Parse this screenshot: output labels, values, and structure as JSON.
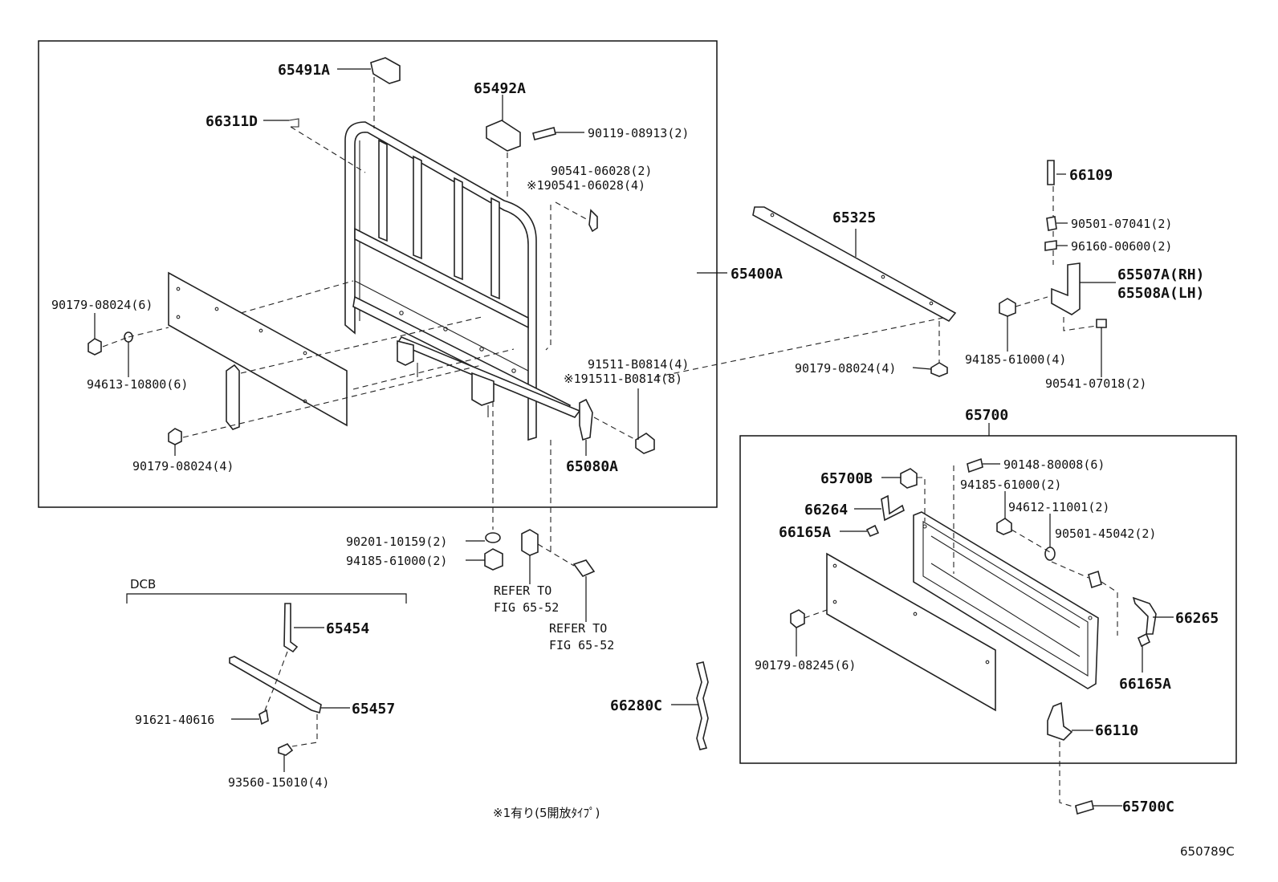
{
  "labels": {
    "p65491A": "65491A",
    "p65492A": "65492A",
    "p66311D": "66311D",
    "p90119": "90119-08913(2)",
    "p90541a": "90541-06028(2)",
    "p90541b": "※190541-06028(4)",
    "p65400A": "65400A",
    "p90179a": "90179-08024(6)",
    "p94613": "94613-10800(6)",
    "p91511a": "91511-B0814(4)",
    "p91511b": "※191511-B0814(8)",
    "p90179b": "90179-08024(4)",
    "p65080A": "65080A",
    "p90201": "90201-10159(2)",
    "p94185a": "94185-61000(2)",
    "refer1a": "REFER TO",
    "refer1b": "FIG 65-52",
    "refer2a": "REFER TO",
    "refer2b": "FIG 65-52",
    "dcb": "DCB",
    "p65454": "65454",
    "p65457": "65457",
    "p91621": "91621-40616",
    "p93560": "93560-15010(4)",
    "p66280C": "66280C",
    "p65325": "65325",
    "p90179c": "90179-08024(4)",
    "p66109": "66109",
    "p90501a": "90501-07041(2)",
    "p96160": "96160-00600(2)",
    "p65507A": "65507A(RH)",
    "p65508A": "65508A(LH)",
    "p94185b": "94185-61000(4)",
    "p90541c": "90541-07018(2)",
    "p65700": "65700",
    "p65700B": "65700B",
    "p90148": "90148-80008(6)",
    "p94185c": "94185-61000(2)",
    "p94612": "94612-11001(2)",
    "p66264": "66264",
    "p66165Aa": "66165A",
    "p90501b": "90501-45042(2)",
    "p66265": "66265",
    "p90179d": "90179-08245(6)",
    "p66165Ab": "66165A",
    "p66110": "66110",
    "p65700C": "65700C",
    "footnote": "※1有り(5開放ﾀｲﾌﾟ)",
    "figcode": "650789C"
  }
}
